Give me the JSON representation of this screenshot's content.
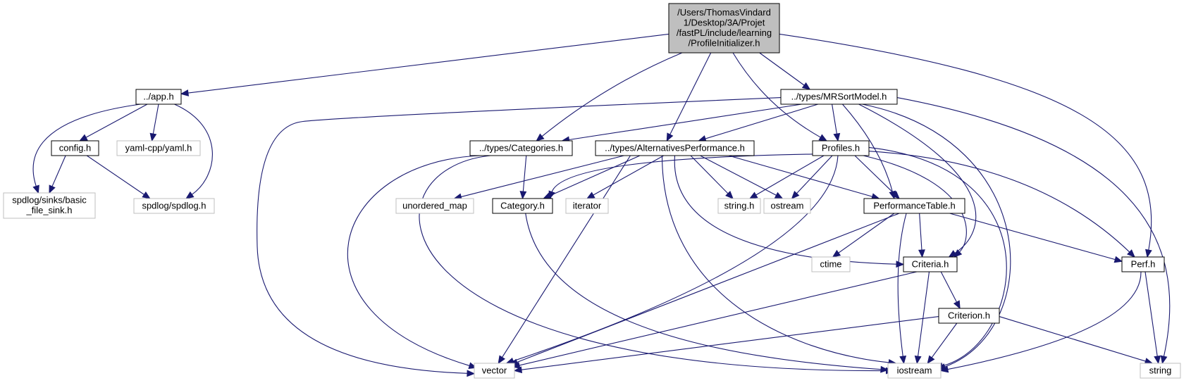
{
  "diagram": {
    "colors": {
      "edge": "#191970",
      "root_fill": "#bfbfbf",
      "node_border": "#000000",
      "external_border": "#bfbfbf",
      "node_fill": "#ffffff"
    },
    "nodes": [
      {
        "id": "root",
        "lines": [
          "/Users/ThomasVindard",
          "1/Desktop/3A/Projet",
          "/fastPL/include/learning",
          "/ProfileInitializer.h"
        ],
        "kind": "root"
      },
      {
        "id": "app",
        "lines": [
          "../app.h"
        ],
        "kind": "local"
      },
      {
        "id": "config",
        "lines": [
          "config.h"
        ],
        "kind": "local"
      },
      {
        "id": "yaml",
        "lines": [
          "yaml-cpp/yaml.h"
        ],
        "kind": "external"
      },
      {
        "id": "sinks",
        "lines": [
          "spdlog/sinks/basic",
          "_file_sink.h"
        ],
        "kind": "external"
      },
      {
        "id": "spdlog",
        "lines": [
          "spdlog/spdlog.h"
        ],
        "kind": "external"
      },
      {
        "id": "mrsort",
        "lines": [
          "../types/MRSortModel.h"
        ],
        "kind": "local"
      },
      {
        "id": "categories",
        "lines": [
          "../types/Categories.h"
        ],
        "kind": "local"
      },
      {
        "id": "altperf",
        "lines": [
          "../types/AlternativesPerformance.h"
        ],
        "kind": "local"
      },
      {
        "id": "profiles",
        "lines": [
          "Profiles.h"
        ],
        "kind": "local"
      },
      {
        "id": "unordered",
        "lines": [
          "unordered_map"
        ],
        "kind": "external"
      },
      {
        "id": "category",
        "lines": [
          "Category.h"
        ],
        "kind": "local"
      },
      {
        "id": "iterator",
        "lines": [
          "iterator"
        ],
        "kind": "external"
      },
      {
        "id": "stringh",
        "lines": [
          "string.h"
        ],
        "kind": "external"
      },
      {
        "id": "ostream",
        "lines": [
          "ostream"
        ],
        "kind": "external"
      },
      {
        "id": "perftable",
        "lines": [
          "PerformanceTable.h"
        ],
        "kind": "local"
      },
      {
        "id": "ctime",
        "lines": [
          "ctime"
        ],
        "kind": "external"
      },
      {
        "id": "criteria",
        "lines": [
          "Criteria.h"
        ],
        "kind": "local"
      },
      {
        "id": "perf",
        "lines": [
          "Perf.h"
        ],
        "kind": "local"
      },
      {
        "id": "criterion",
        "lines": [
          "Criterion.h"
        ],
        "kind": "local"
      },
      {
        "id": "vector",
        "lines": [
          "vector"
        ],
        "kind": "external"
      },
      {
        "id": "iostream",
        "lines": [
          "iostream"
        ],
        "kind": "external"
      },
      {
        "id": "string",
        "lines": [
          "string"
        ],
        "kind": "external"
      }
    ],
    "edges": [
      {
        "from": "root",
        "to": "app"
      },
      {
        "from": "root",
        "to": "categories"
      },
      {
        "from": "root",
        "to": "altperf"
      },
      {
        "from": "root",
        "to": "profiles"
      },
      {
        "from": "root",
        "to": "mrsort"
      },
      {
        "from": "root",
        "to": "perf"
      },
      {
        "from": "app",
        "to": "sinks"
      },
      {
        "from": "app",
        "to": "config"
      },
      {
        "from": "app",
        "to": "yaml"
      },
      {
        "from": "app",
        "to": "spdlog"
      },
      {
        "from": "config",
        "to": "sinks"
      },
      {
        "from": "config",
        "to": "spdlog"
      },
      {
        "from": "mrsort",
        "to": "vector"
      },
      {
        "from": "mrsort",
        "to": "categories"
      },
      {
        "from": "mrsort",
        "to": "altperf"
      },
      {
        "from": "mrsort",
        "to": "profiles"
      },
      {
        "from": "mrsort",
        "to": "perftable"
      },
      {
        "from": "mrsort",
        "to": "criteria"
      },
      {
        "from": "mrsort",
        "to": "iostream"
      },
      {
        "from": "mrsort",
        "to": "string"
      },
      {
        "from": "categories",
        "to": "category"
      },
      {
        "from": "categories",
        "to": "vector"
      },
      {
        "from": "categories",
        "to": "iostream"
      },
      {
        "from": "altperf",
        "to": "unordered"
      },
      {
        "from": "altperf",
        "to": "category"
      },
      {
        "from": "altperf",
        "to": "iterator"
      },
      {
        "from": "altperf",
        "to": "stringh"
      },
      {
        "from": "altperf",
        "to": "ostream"
      },
      {
        "from": "altperf",
        "to": "perftable"
      },
      {
        "from": "altperf",
        "to": "vector"
      },
      {
        "from": "altperf",
        "to": "iostream"
      },
      {
        "from": "altperf",
        "to": "criteria"
      },
      {
        "from": "profiles",
        "to": "category"
      },
      {
        "from": "profiles",
        "to": "stringh"
      },
      {
        "from": "profiles",
        "to": "ostream"
      },
      {
        "from": "profiles",
        "to": "perftable"
      },
      {
        "from": "profiles",
        "to": "criteria"
      },
      {
        "from": "profiles",
        "to": "perf"
      },
      {
        "from": "profiles",
        "to": "vector"
      },
      {
        "from": "profiles",
        "to": "iostream"
      },
      {
        "from": "category",
        "to": "iostream"
      },
      {
        "from": "perftable",
        "to": "ctime"
      },
      {
        "from": "perftable",
        "to": "criteria"
      },
      {
        "from": "perftable",
        "to": "perf"
      },
      {
        "from": "perftable",
        "to": "vector"
      },
      {
        "from": "perftable",
        "to": "iostream"
      },
      {
        "from": "criteria",
        "to": "criterion"
      },
      {
        "from": "criteria",
        "to": "vector"
      },
      {
        "from": "criteria",
        "to": "iostream"
      },
      {
        "from": "criterion",
        "to": "vector"
      },
      {
        "from": "criterion",
        "to": "iostream"
      },
      {
        "from": "criterion",
        "to": "string"
      },
      {
        "from": "perf",
        "to": "string"
      },
      {
        "from": "perf",
        "to": "iostream"
      }
    ]
  }
}
